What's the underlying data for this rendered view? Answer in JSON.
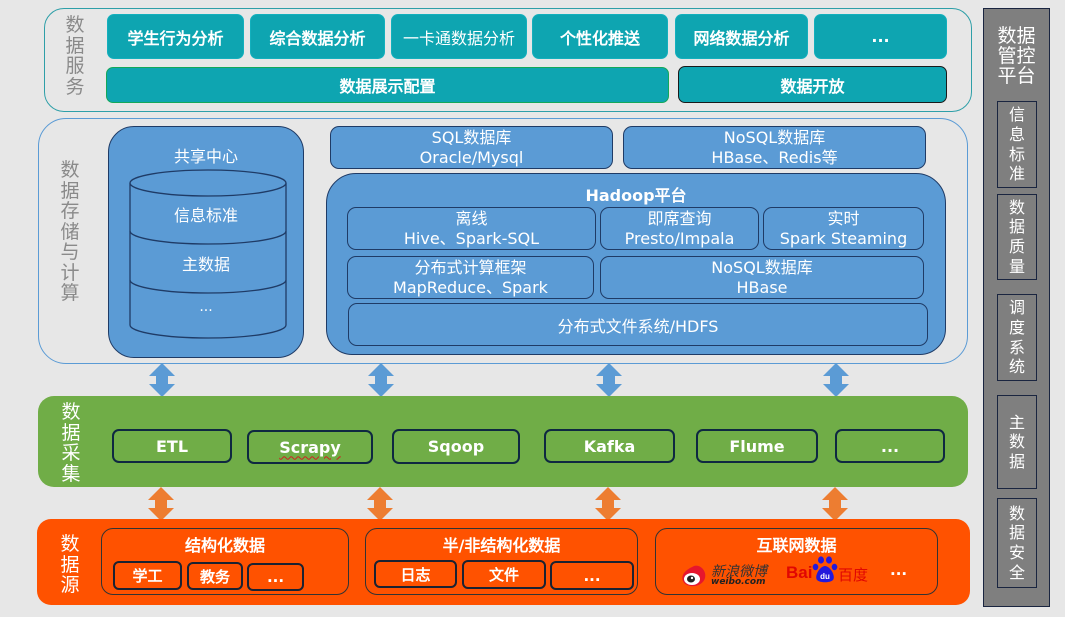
{
  "layers": {
    "service": {
      "label": [
        "数",
        "据",
        "服",
        "务"
      ],
      "apps": [
        "学生行为分析",
        "综合数据分析",
        "一卡通数据分析",
        "个性化推送",
        "网络数据分析",
        "..."
      ],
      "config": "数据展示配置",
      "open": "数据开放"
    },
    "storage": {
      "label": [
        "数",
        "据",
        "存",
        "储",
        "与",
        "计",
        "算"
      ],
      "share_center": {
        "title": "共享中心",
        "layers": [
          "信息标准",
          "主数据",
          "..."
        ]
      },
      "sql_db": {
        "line1": "SQL数据库",
        "line2": "Oracle/Mysql"
      },
      "nosql_db": {
        "line1": "NoSQL数据库",
        "line2": "HBase、Redis等"
      },
      "hadoop": {
        "title": "Hadoop平台",
        "offline": {
          "line1": "离线",
          "line2": "Hive、Spark-SQL"
        },
        "adhoc": {
          "line1": "即席查询",
          "line2": "Presto/Impala"
        },
        "realtime": {
          "line1": "实时",
          "line2": "Spark Steaming"
        },
        "compute": {
          "line1": "分布式计算框架",
          "line2": "MapReduce、Spark"
        },
        "nosql": {
          "line1": "NoSQL数据库",
          "line2": "HBase"
        },
        "hdfs": "分布式文件系统/HDFS"
      }
    },
    "collection": {
      "label": [
        "数",
        "据",
        "采",
        "集"
      ],
      "tools": [
        "ETL",
        "Scrapy",
        "Sqoop",
        "Kafka",
        "Flume",
        "..."
      ]
    },
    "source": {
      "label": [
        "数",
        "据",
        "源"
      ],
      "structured": {
        "title": "结构化数据",
        "items": [
          "学工",
          "教务",
          "..."
        ]
      },
      "semi": {
        "title": "半/非结构化数据",
        "items": [
          "日志",
          "文件",
          "..."
        ]
      },
      "internet": {
        "title": "互联网数据",
        "weibo_cn": "新浪微博",
        "weibo_en": "weibo.com",
        "baidu_en1": "Bai",
        "baidu_du": "du",
        "baidu_cn": "百度",
        "more": "..."
      }
    }
  },
  "governance": {
    "title": [
      "数据",
      "管控",
      "平台"
    ],
    "items": [
      [
        "信",
        "息",
        "标",
        "准"
      ],
      [
        "数",
        "据",
        "质",
        "量"
      ],
      [
        "调",
        "度",
        "系",
        "统"
      ],
      [
        "主",
        "数",
        "据"
      ],
      [
        "数",
        "据",
        "安",
        "全"
      ]
    ]
  },
  "colors": {
    "service_teal": "#0ea5b1",
    "storage_blue": "#5b9bd5",
    "collection_green": "#70ad47",
    "source_orange": "#ff5200",
    "governance_gray": "#7f7f7f",
    "arrow_blue": "#5b9bd5",
    "arrow_orange": "#ed7d31"
  }
}
